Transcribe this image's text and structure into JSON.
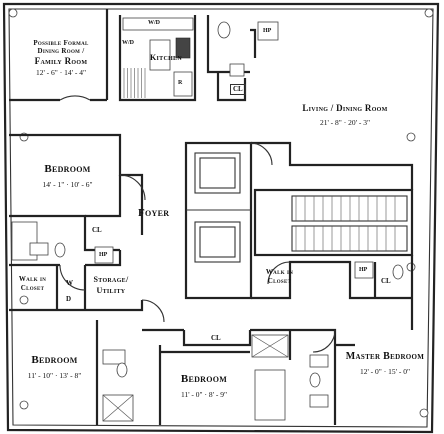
{
  "rooms": {
    "formal_dining": {
      "line1": "Possible Formal",
      "line2": "Dining Room /",
      "line3": "Family Room",
      "dims": "12' - 6\" · 14' - 4\""
    },
    "kitchen": {
      "name": "Kitchen"
    },
    "living_dining": {
      "name": "Living / Dining Room",
      "dims": "21' - 8\" · 20' - 3\""
    },
    "bedroom_nw": {
      "name": "Bedroom",
      "dims": "14' - 1\" · 10' - 6\""
    },
    "foyer": {
      "name": "Foyer"
    },
    "walk_in_left": {
      "line1": "Walk in",
      "line2": "Closet"
    },
    "storage": {
      "line1": "Storage/",
      "line2": "Utility"
    },
    "walk_in_center": {
      "line1": "Walk in",
      "line2": "Closet"
    },
    "bedroom_sw": {
      "name": "Bedroom",
      "dims": "11' - 10\" · 13' - 8\""
    },
    "bedroom_s": {
      "name": "Bedroom",
      "dims": "11' - 0\" · 8' - 9\""
    },
    "master_bedroom": {
      "name": "Master Bedroom",
      "dims": "12' - 0\" · 15' - 0\""
    }
  },
  "tags": {
    "cl": "CL",
    "hp": "HP",
    "w": "W",
    "d": "D",
    "wd": "W/D",
    "r": "R"
  }
}
